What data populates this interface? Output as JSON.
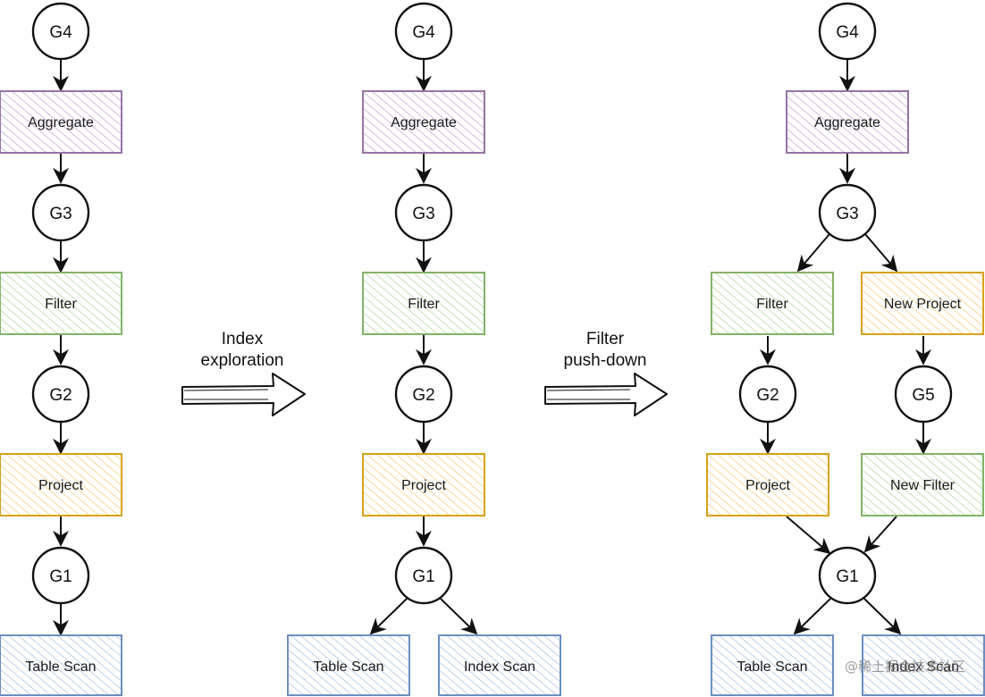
{
  "colors": {
    "aggregate": {
      "stroke": "#9673a6",
      "hatch": "#b897c8"
    },
    "filter": {
      "stroke": "#82b366",
      "hatch": "#a8d08d"
    },
    "project": {
      "stroke": "#d6a21a",
      "hatch": "#f0c36a"
    },
    "scan": {
      "stroke": "#6c8ebf",
      "hatch": "#9bb7de"
    },
    "ink": "#111111"
  },
  "panels": [
    {
      "groups": [
        "G4",
        "G3",
        "G2",
        "G1"
      ],
      "operators": [
        "Aggregate",
        "Filter",
        "Project",
        "Table Scan"
      ]
    },
    {
      "groups": [
        "G4",
        "G3",
        "G2",
        "G1"
      ],
      "operators": [
        "Aggregate",
        "Filter",
        "Project",
        "Table Scan",
        "Index Scan"
      ]
    },
    {
      "groups": [
        "G4",
        "G3",
        "G2",
        "G5",
        "G1"
      ],
      "operators": [
        "Aggregate",
        "Filter",
        "New Project",
        "Project",
        "New Filter",
        "Table Scan",
        "Index Scan"
      ]
    }
  ],
  "transitions": [
    {
      "line1": "Index",
      "line2": "exploration"
    },
    {
      "line1": "Filter",
      "line2": "push-down"
    }
  ],
  "watermark": "@稀土掘金技术社区"
}
